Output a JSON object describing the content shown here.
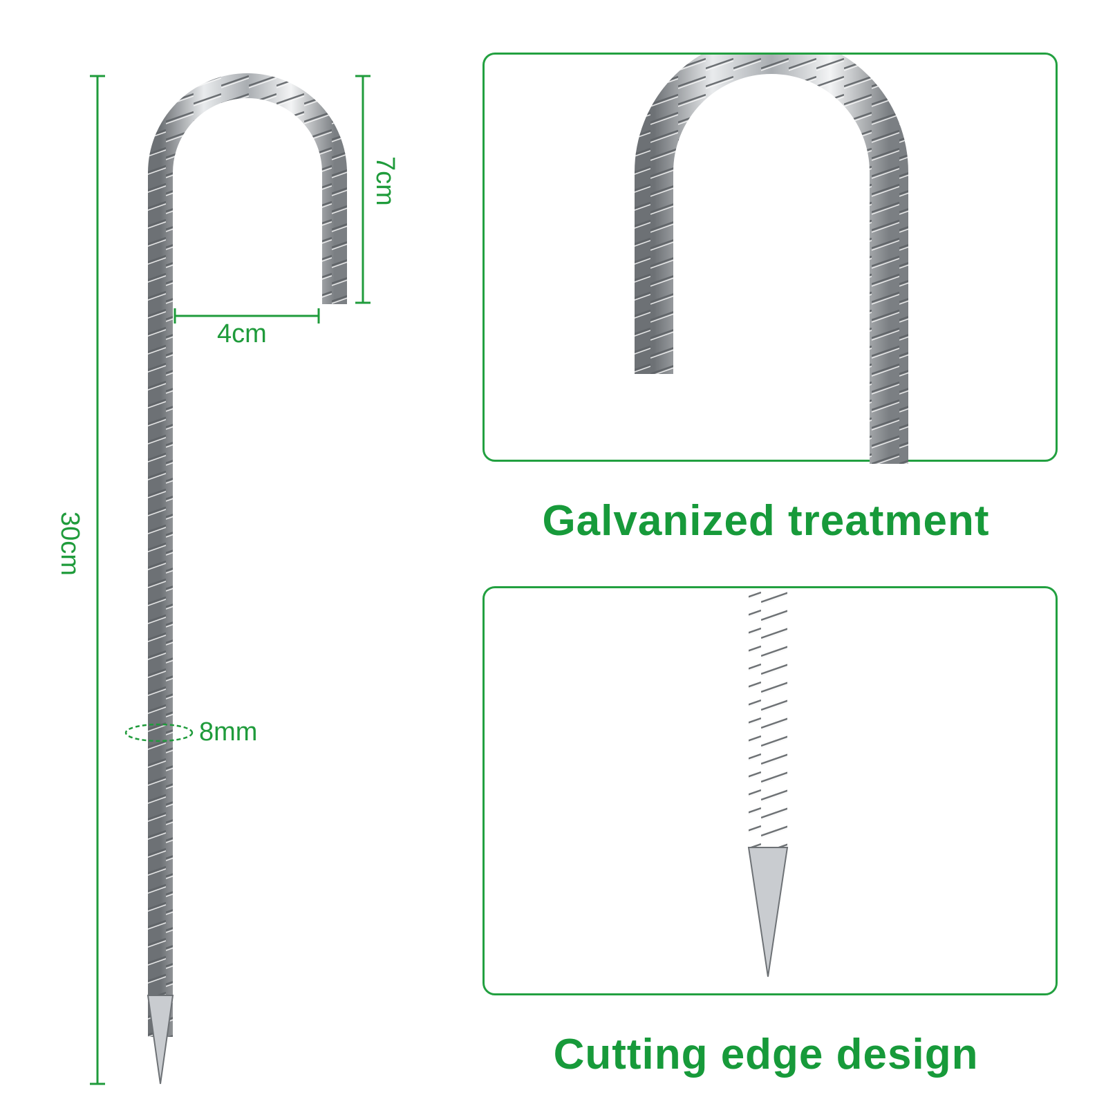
{
  "dimensions": {
    "length": "30cm",
    "hook_height": "7cm",
    "hook_width": "4cm",
    "diameter": "8mm"
  },
  "captions": {
    "galvanized": "Galvanized treatment",
    "cutting": "Cutting edge design"
  },
  "colors": {
    "accent": "#1f9b3b",
    "metal": "#b9bcbf"
  }
}
